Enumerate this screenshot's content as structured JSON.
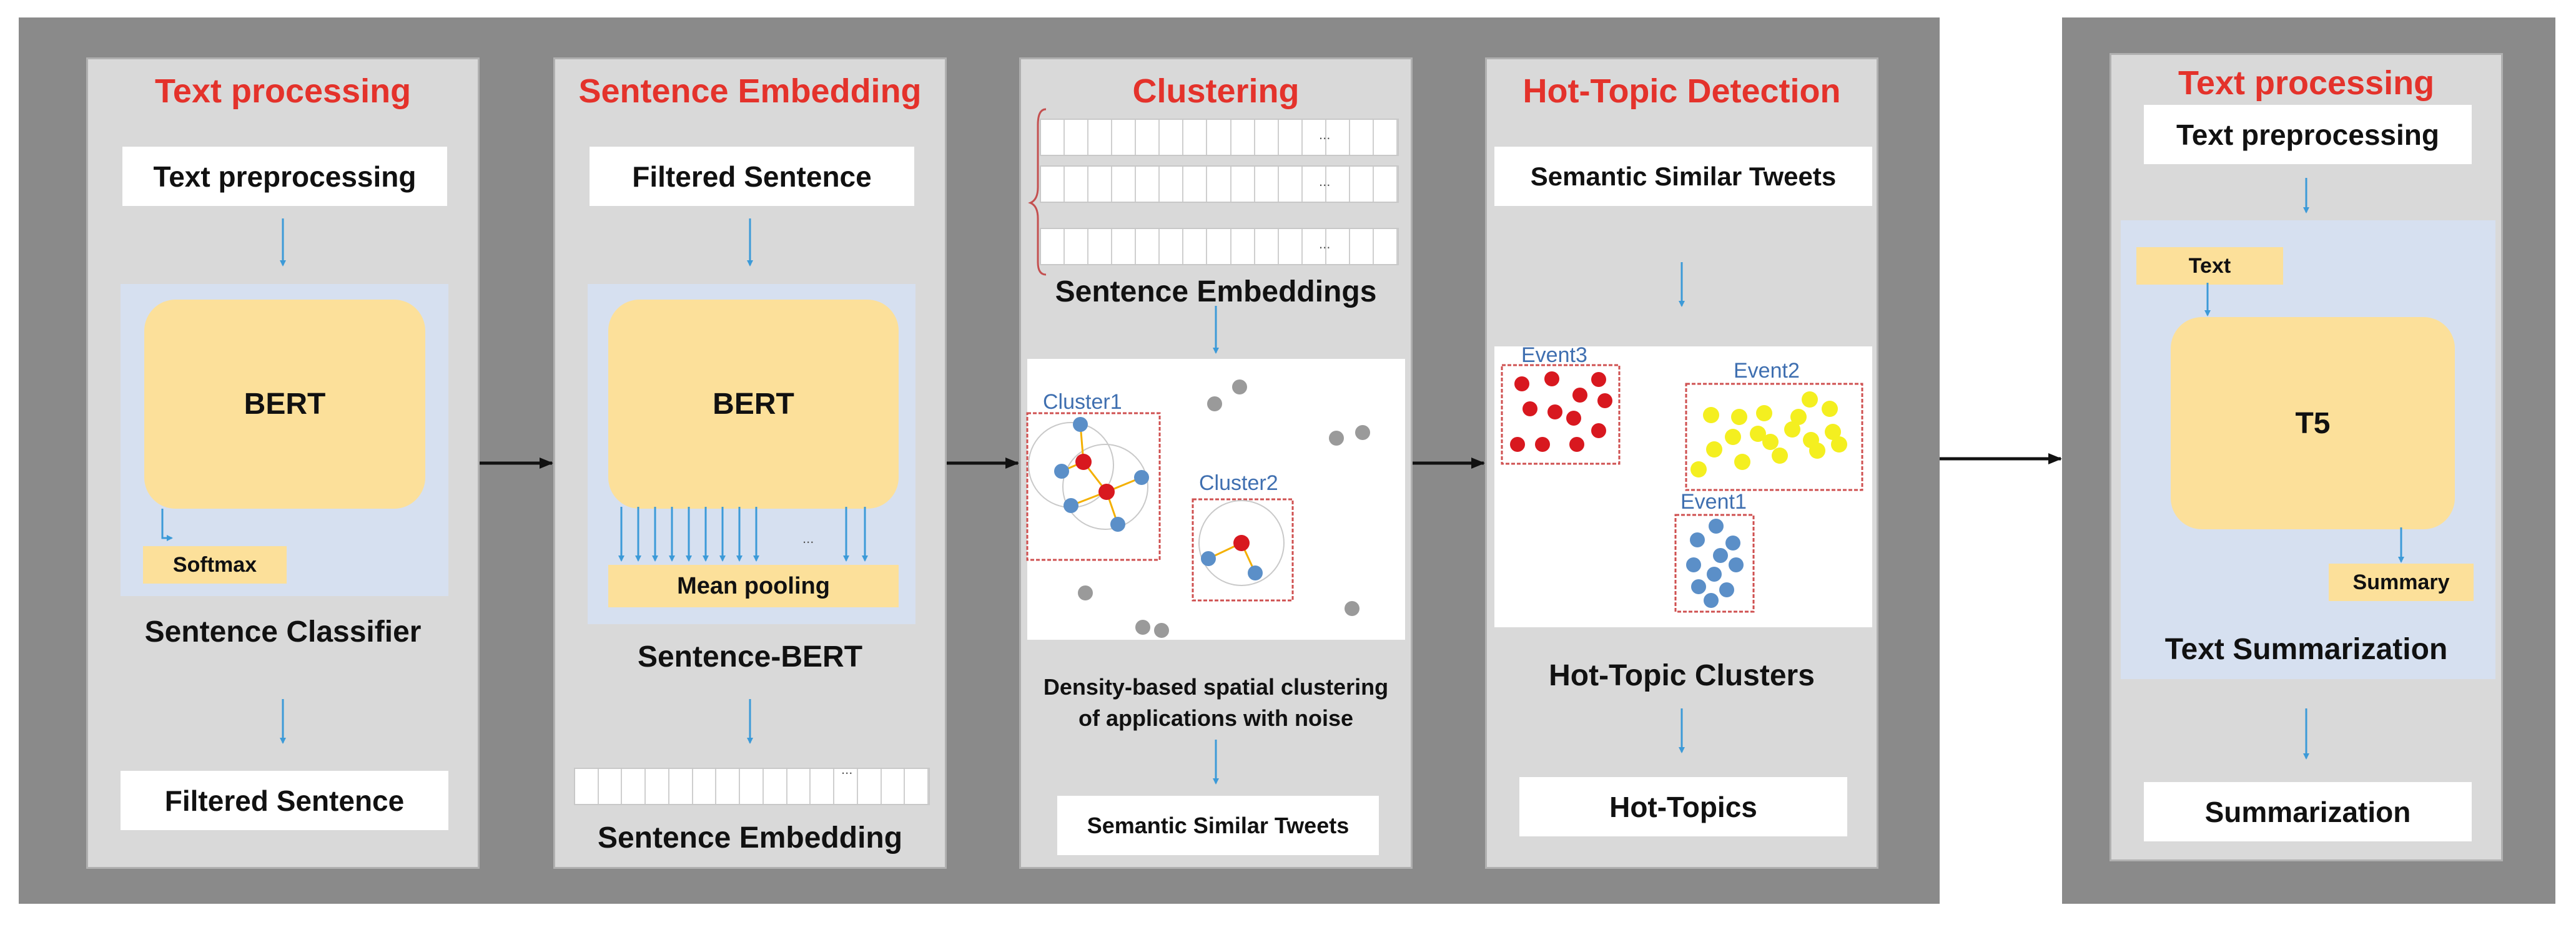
{
  "panels": {
    "p1": {
      "title": "Text processing",
      "input": "Text preprocessing",
      "model": "BERT",
      "head": "Softmax",
      "caption": "Sentence Classifier",
      "output": "Filtered Sentence"
    },
    "p2": {
      "title": "Sentence Embedding",
      "input": "Filtered Sentence",
      "model": "BERT",
      "pool": "Mean pooling",
      "caption": "Sentence-BERT",
      "output": "Sentence Embedding"
    },
    "p3": {
      "title": "Clustering",
      "embeddings": "Sentence Embeddings",
      "cluster1": "Cluster1",
      "cluster2": "Cluster2",
      "method_line1": "Density-based spatial clustering",
      "method_line2": "of applications with noise",
      "output": "Semantic Similar Tweets"
    },
    "p4": {
      "title": "Hot-Topic Detection",
      "input": "Semantic Similar Tweets",
      "event1": "Event1",
      "event2": "Event2",
      "event3": "Event3",
      "caption": "Hot-Topic Clusters",
      "output": "Hot-Topics"
    },
    "p5": {
      "title": "Text processing",
      "input": "Text preprocessing",
      "text_tag": "Text",
      "model": "T5",
      "summary_tag": "Summary",
      "caption": "Text Summarization",
      "output": "Summarization"
    }
  },
  "ellipsis": "...",
  "colors": {
    "title_red": "#e4322b",
    "arrow_blue": "#3c9ad8",
    "model_yellow": "#fce09a",
    "point_red": "#d8181f",
    "point_yellow": "#f4ef20",
    "point_blue": "#5b8fc8",
    "noise_gray": "#9a9a9a",
    "cluster_label_blue": "#3f6fb0"
  }
}
